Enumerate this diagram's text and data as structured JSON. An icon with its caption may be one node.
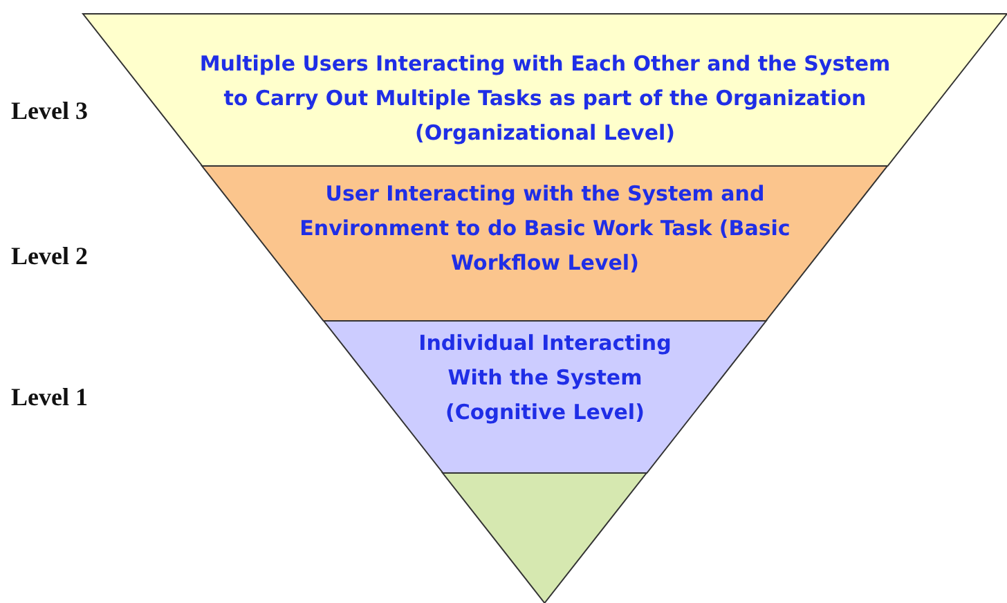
{
  "diagram": {
    "nodes": [
      {
        "text": [
          "Multiple Users Interacting with Each Other and the System to Carry Out Multiple Tasks as part of the Organization (Organizational Level)"
        ]
      },
      {
        "text": [
          "User Interacting with the System and Environment to do Basic Work Task (Basic Workflow Level)"
        ]
      },
      {
        "text": [
          "Individual Interacting With the System (Cognitive Level)"
        ]
      },
      {
        "text": [],
        "shape": "triangle"
      }
    ],
    "labels": [
      "Level 3",
      "Level 2",
      "Level 1"
    ]
  }
}
